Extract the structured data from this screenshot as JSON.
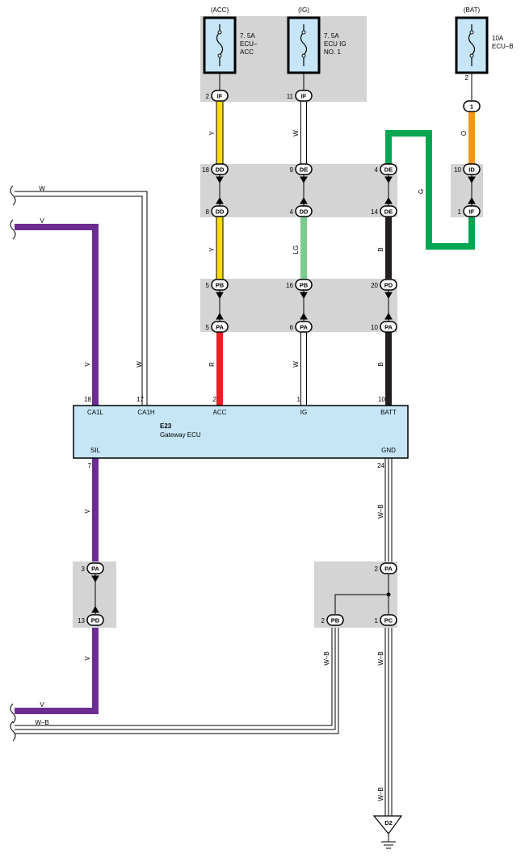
{
  "colors": {
    "wire_Y": "#ffdd00",
    "wire_W": "#ffffff",
    "wire_O": "#f7941d",
    "wire_G": "#00a651",
    "wire_LG": "#7ccb8f",
    "wire_B": "#231f20",
    "wire_R": "#ee1c25",
    "wire_V": "#6c2d91",
    "wire_WB": "#ffffff",
    "junction_block": "#d4d4d4",
    "ecu_fill": "#c6e6f8",
    "fuse_fill": "#c6e6f8"
  },
  "fuses": [
    {
      "id": "acc",
      "source": "(ACC)",
      "rating": "7. 5A",
      "name_lines": [
        "ECU–",
        "ACC"
      ],
      "pin": "2",
      "connector": "IF"
    },
    {
      "id": "ig",
      "source": "(IG)",
      "rating": "7. 5A",
      "name_lines": [
        "ECU IG",
        "NO. 1"
      ],
      "pin": "11",
      "connector": "IF"
    },
    {
      "id": "bat",
      "source": "(BAT)",
      "rating": "10A",
      "name_lines": [
        "ECU–B"
      ],
      "pin": "2",
      "connector": "1"
    }
  ],
  "connectors": [
    {
      "id": "dd18",
      "pin": "18",
      "name": "DD"
    },
    {
      "id": "de9",
      "pin": "9",
      "name": "DE"
    },
    {
      "id": "de4",
      "pin": "4",
      "name": "DE"
    },
    {
      "id": "id10",
      "pin": "10",
      "name": "ID"
    },
    {
      "id": "dd8",
      "pin": "8",
      "name": "DD"
    },
    {
      "id": "dd4",
      "pin": "4",
      "name": "DD"
    },
    {
      "id": "de14",
      "pin": "14",
      "name": "DE"
    },
    {
      "id": "if1",
      "pin": "1",
      "name": "IF"
    },
    {
      "id": "pb5",
      "pin": "5",
      "name": "PB"
    },
    {
      "id": "pb16",
      "pin": "16",
      "name": "PB"
    },
    {
      "id": "pd20",
      "pin": "20",
      "name": "PD"
    },
    {
      "id": "pa5",
      "pin": "5",
      "name": "PA"
    },
    {
      "id": "pa6",
      "pin": "6",
      "name": "PA"
    },
    {
      "id": "pa10",
      "pin": "10",
      "name": "PA"
    },
    {
      "id": "pa3",
      "pin": "3",
      "name": "PA"
    },
    {
      "id": "pd13",
      "pin": "13",
      "name": "PD"
    },
    {
      "id": "pa2",
      "pin": "2",
      "name": "PA"
    },
    {
      "id": "pb2",
      "pin": "2",
      "name": "PB"
    },
    {
      "id": "pc1",
      "pin": "1",
      "name": "PC"
    }
  ],
  "wire_labels": {
    "acc_upper": "Y",
    "ig_upper": "W",
    "bat_upper": "O",
    "g_loop": "G",
    "acc_mid": "Y",
    "ig_mid": "LG",
    "batt_mid": "B",
    "acc_low": "R",
    "ig_low": "W",
    "batt_low": "B",
    "w_left": "W",
    "v_left": "V",
    "ca1l": "V",
    "ca1h": "W",
    "sil_down": "V",
    "sil_bottom": "V",
    "gnd_down": "W–B",
    "pb_down": "W–B",
    "pc_down": "W–B",
    "ground_down": "W–B",
    "v_out": "V",
    "wb_out": "W–B"
  },
  "ecu": {
    "code": "E23",
    "name": "Gateway ECU",
    "pins": [
      {
        "num": "18",
        "name": "CA1L"
      },
      {
        "num": "17",
        "name": "CA1H"
      },
      {
        "num": "2",
        "name": "ACC"
      },
      {
        "num": "1",
        "name": "IG"
      },
      {
        "num": "10",
        "name": "BATT"
      }
    ],
    "bottom_pins": [
      {
        "num": "7",
        "name": "SIL"
      },
      {
        "num": "24",
        "name": "GND"
      }
    ]
  },
  "ground": {
    "label": "D2"
  }
}
